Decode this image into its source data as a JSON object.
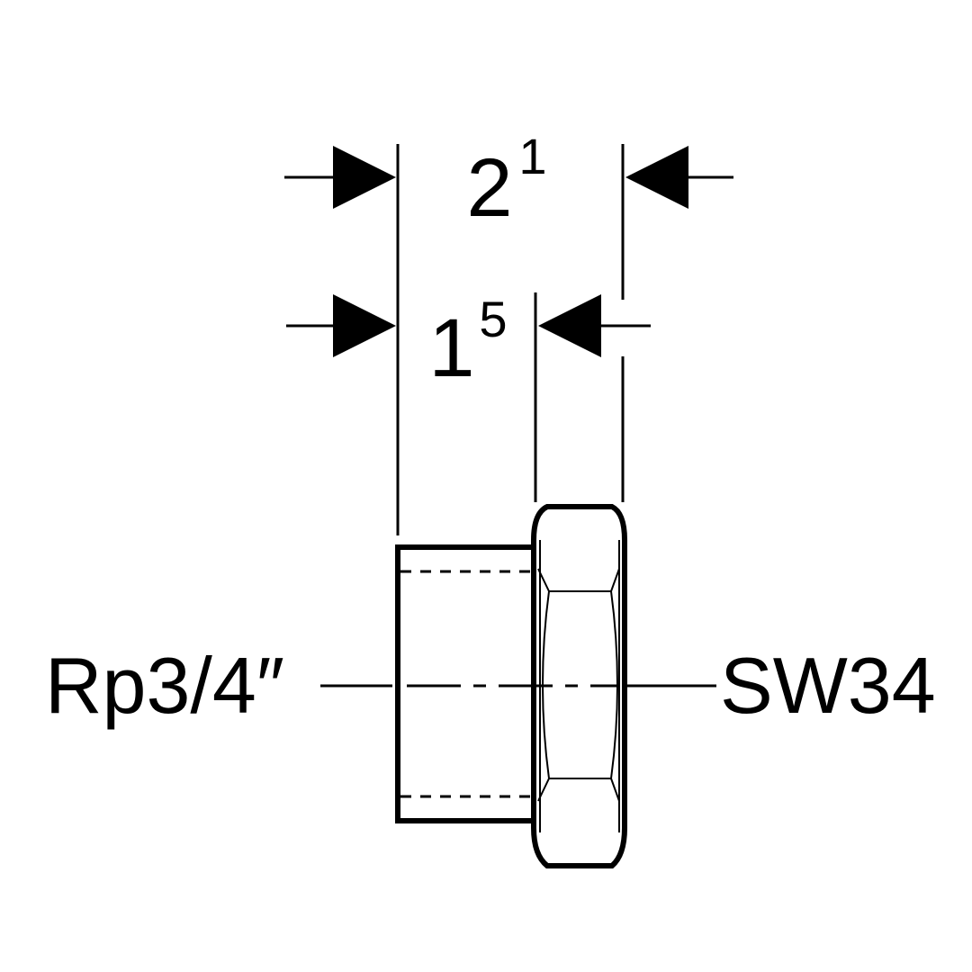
{
  "dimensions": {
    "overall_length": {
      "value": "2",
      "superscript": "1"
    },
    "body_length": {
      "value": "1",
      "superscript": "5"
    }
  },
  "labels": {
    "thread": "Rp3/4″",
    "wrench_size": "SW34"
  },
  "colors": {
    "line": "#000000",
    "background": "#ffffff"
  }
}
